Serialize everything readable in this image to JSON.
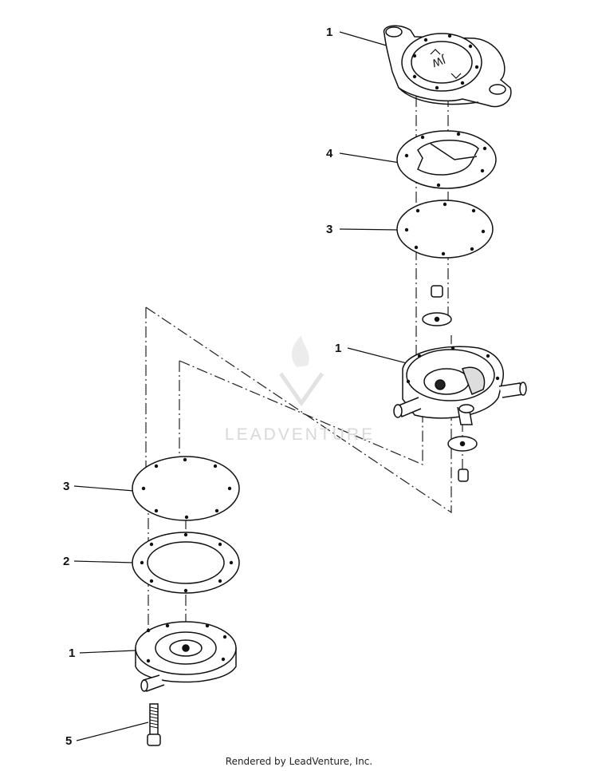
{
  "diagram": {
    "callouts": [
      {
        "id": "top-housing",
        "text": "1"
      },
      {
        "id": "top-gasket",
        "text": "4"
      },
      {
        "id": "top-diaphragm",
        "text": "3"
      },
      {
        "id": "pump-body",
        "text": "1"
      },
      {
        "id": "lower-diaphragm",
        "text": "3"
      },
      {
        "id": "lower-gasket",
        "text": "2"
      },
      {
        "id": "bottom-cover",
        "text": "1"
      },
      {
        "id": "screw",
        "text": "5"
      }
    ],
    "watermark_text": "LEADVENTURE",
    "footer_text": "Rendered by LeadVenture, Inc."
  }
}
